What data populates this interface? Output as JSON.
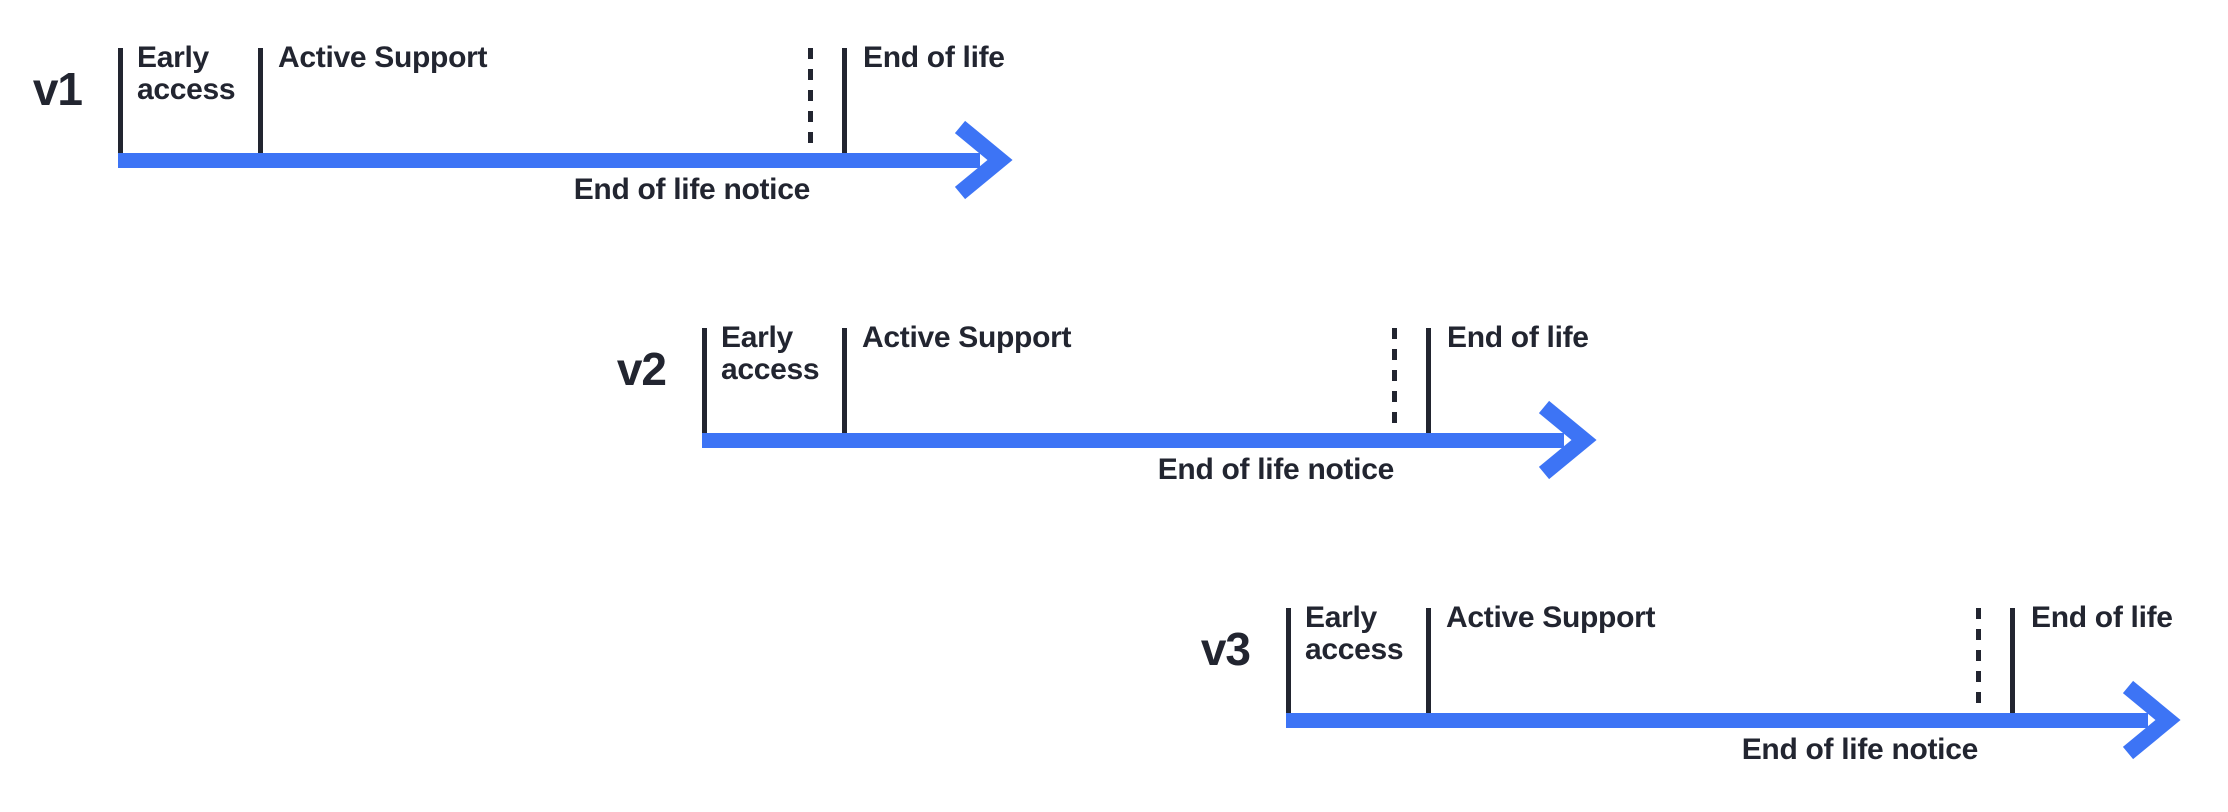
{
  "diagram": {
    "type": "version-lifecycle-timelines",
    "colors": {
      "accent_blue": "#3D74F5",
      "ink": "#222530",
      "background": "#FFFFFF"
    },
    "rows": [
      {
        "version": "v1",
        "labels": {
          "early_access": "Early access",
          "active_support": "Active Support",
          "end_of_life": "End of life",
          "end_of_life_notice": "End of life notice"
        }
      },
      {
        "version": "v2",
        "labels": {
          "early_access": "Early access",
          "active_support": "Active Support",
          "end_of_life": "End of life",
          "end_of_life_notice": "End of life notice"
        }
      },
      {
        "version": "v3",
        "labels": {
          "early_access": "Early access",
          "active_support": "Active Support",
          "end_of_life": "End of life",
          "end_of_life_notice": "End of life notice"
        }
      }
    ]
  }
}
